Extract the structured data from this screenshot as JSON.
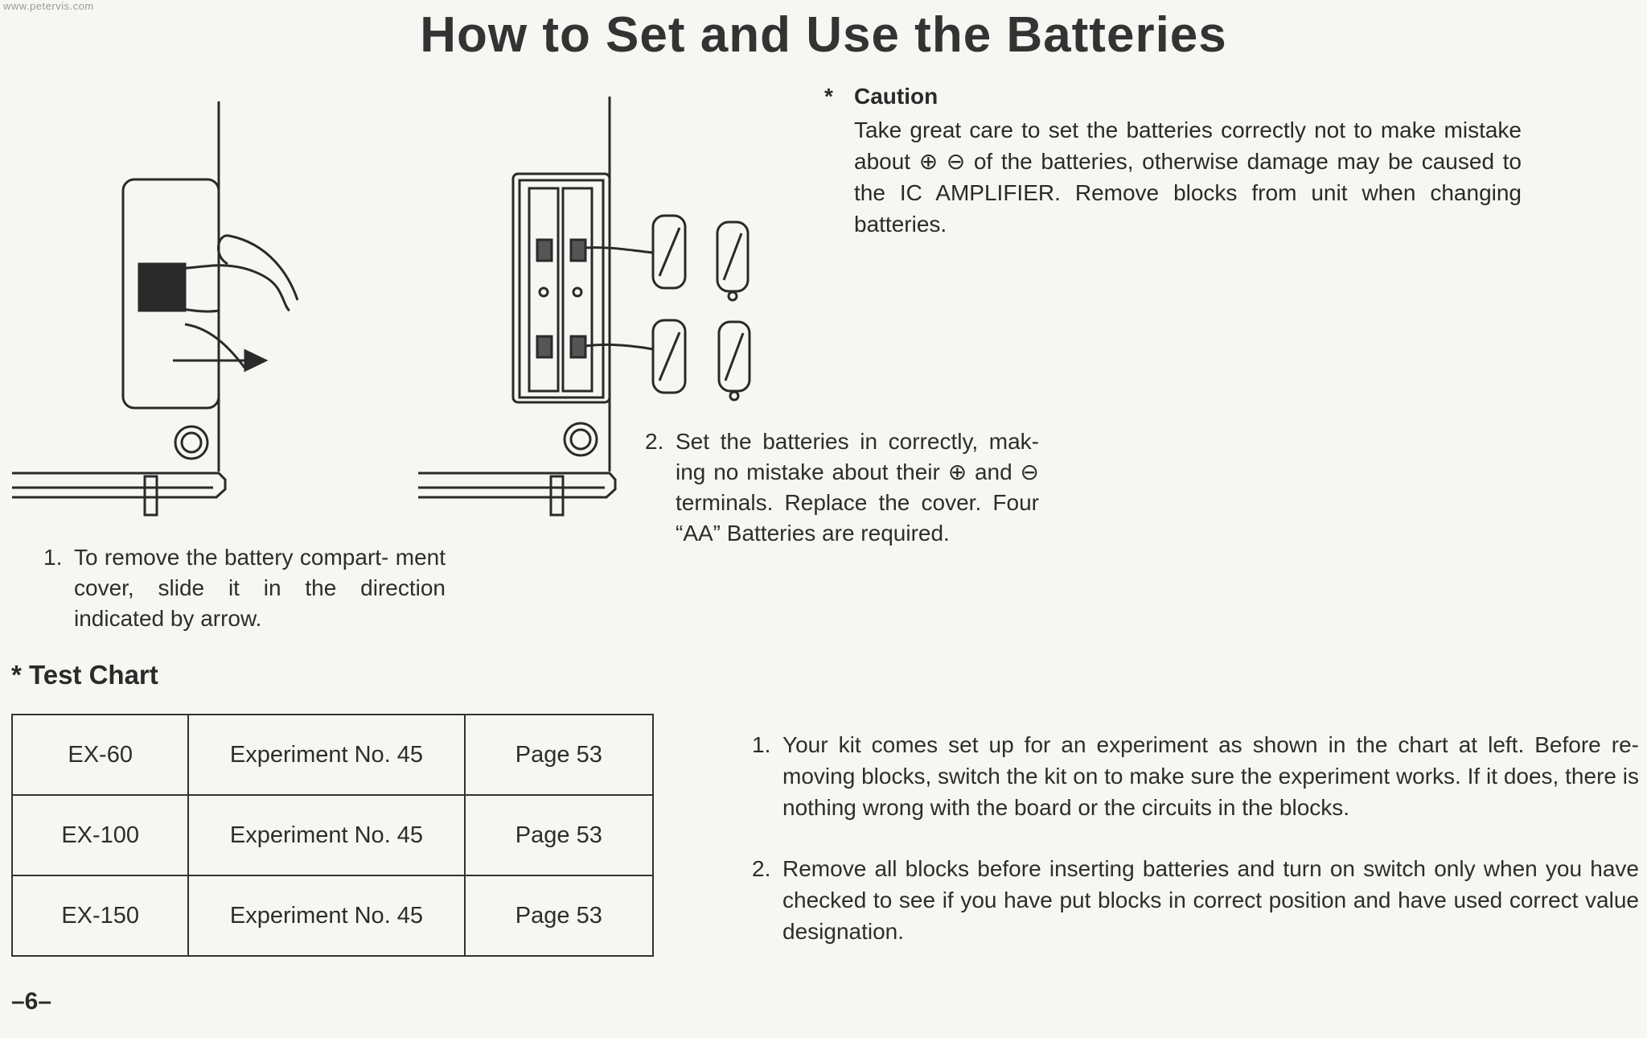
{
  "watermark": "www.petervis.com",
  "title": "How to Set and Use the Batteries",
  "caution": {
    "star": "*",
    "label": "Caution",
    "body": "Take great care to set the batteries correctly not to make mistake about ⊕ ⊖ of the batteries, otherwise damage may be caused to the IC AMPLIFIER. Remove blocks from unit when changing batteries."
  },
  "steps": [
    {
      "num": "1.",
      "text": "To remove the battery compart- ment cover, slide it in the direction indicated by arrow."
    },
    {
      "num": "2.",
      "text": "Set the batteries in correctly, mak- ing no mistake about their ⊕ and ⊖ terminals. Replace the cover. Four “AA” Batteries are required."
    }
  ],
  "test_chart": {
    "title": "* Test Chart",
    "rows": [
      [
        "EX-60",
        "Experiment No. 45",
        "Page 53"
      ],
      [
        "EX-100",
        "Experiment No. 45",
        "Page 53"
      ],
      [
        "EX-150",
        "Experiment No. 45",
        "Page 53"
      ]
    ]
  },
  "notes": [
    {
      "num": "1.",
      "text": "Your kit comes set up for an experiment as shown in the chart at left. Before re- moving blocks, switch the kit on to make sure the experiment works. If it does, there is nothing wrong with the board or the circuits in the blocks."
    },
    {
      "num": "2.",
      "text": "Remove all blocks before inserting batteries and turn on switch only when you have checked to see if you have put blocks in correct position and have used correct value designation."
    }
  ],
  "page_number": "–6–"
}
